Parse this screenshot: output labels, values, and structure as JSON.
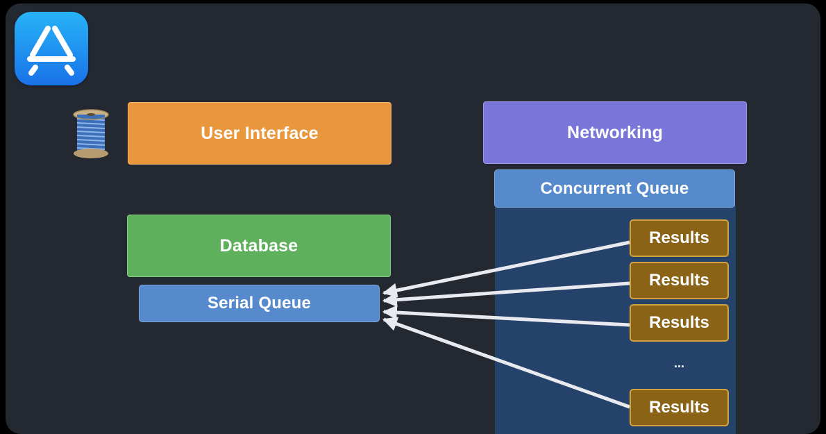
{
  "app": {
    "icon": "app-store-icon",
    "thread_icon": "thread-spool-icon"
  },
  "boxes": {
    "user_interface": "User Interface",
    "database": "Database",
    "serial_queue": "Serial Queue",
    "networking": "Networking",
    "concurrent_queue": "Concurrent Queue"
  },
  "results": [
    "Results",
    "Results",
    "Results",
    "Results"
  ],
  "ellipsis": "...",
  "colors": {
    "background": "#242830",
    "user_interface": "#e9973c",
    "database": "#5fb05d",
    "queue": "#568acc",
    "networking": "#7a75d9",
    "results": "#8a6316",
    "arrow": "#e8eaf0"
  }
}
